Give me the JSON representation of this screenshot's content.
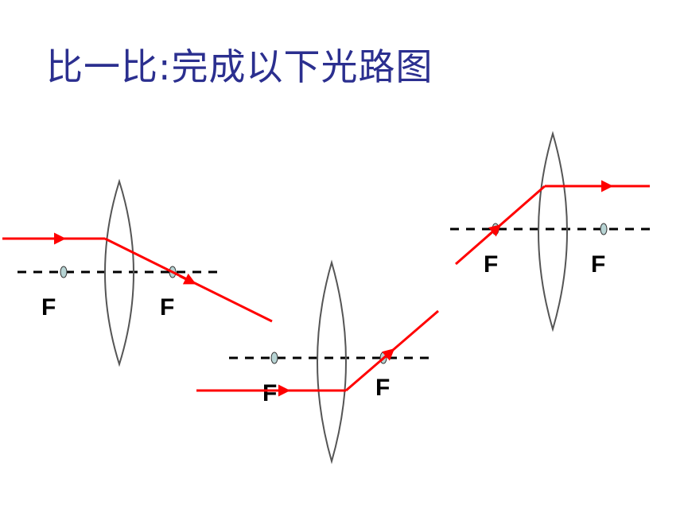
{
  "title": "比一比:完成以下光路图",
  "colors": {
    "title": "#2b2f8f",
    "ray": "#ff0000",
    "lens": "#555555",
    "axis": "#000000",
    "focus_fill": "#b7d4d4",
    "label": "#000000"
  },
  "diagrams": [
    {
      "left_focus_label": "F",
      "right_focus_label": "F"
    },
    {
      "left_focus_label": "F",
      "right_focus_label": "F"
    },
    {
      "left_focus_label": "F",
      "right_focus_label": "F"
    }
  ]
}
